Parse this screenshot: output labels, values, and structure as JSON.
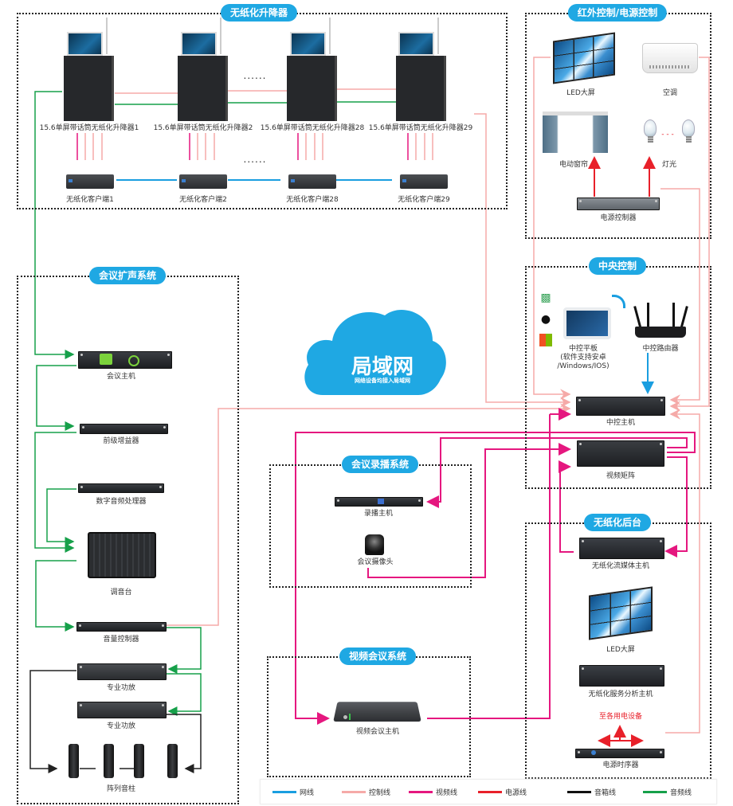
{
  "zones": {
    "lifters": {
      "title": "无纸化升降器"
    },
    "ir_power": {
      "title": "红外控制/电源控制"
    },
    "central": {
      "title": "中央控制"
    },
    "pa": {
      "title": "会议扩声系统"
    },
    "recording": {
      "title": "会议录播系统"
    },
    "backend": {
      "title": "无纸化后台"
    },
    "videoconf": {
      "title": "视频会议系统"
    }
  },
  "lifters": [
    {
      "label": "15.6单屏带话筒无纸化升降器1"
    },
    {
      "label": "15.6单屏带话筒无纸化升降器2"
    },
    {
      "label": "15.6单屏带话筒无纸化升降器28"
    },
    {
      "label": "15.6单屏带话筒无纸化升降器29"
    }
  ],
  "clients": [
    {
      "label": "无纸化客户端1"
    },
    {
      "label": "无纸化客户端2"
    },
    {
      "label": "无纸化客户端28"
    },
    {
      "label": "无纸化客户端29"
    }
  ],
  "ellipsis": "......",
  "ir_power": {
    "led": "LED大屏",
    "ac": "空调",
    "curtain": "电动窗帘",
    "light": "灯光",
    "light_dots": "- - -",
    "power_controller": "电源控制器"
  },
  "central": {
    "tablet": "中控平板",
    "tablet_note1": "(软件支持安卓",
    "tablet_note2": "/Windows/IOS)",
    "router": "中控路由器",
    "host": "中控主机",
    "matrix": "视频矩阵",
    "os_icons": [
      "android-icon",
      "apple-icon",
      "windows-icon"
    ]
  },
  "cloud": {
    "title": "局域网",
    "subtitle": "网络设备均接入局域网"
  },
  "pa": {
    "conf_host": "会议主机",
    "preamp": "前级增益器",
    "dsp": "数字音频处理器",
    "mixer": "调音台",
    "volume": "音量控制器",
    "amp1": "专业功放",
    "amp2": "专业功放",
    "speakers": "阵列音柱"
  },
  "recording": {
    "host": "录播主机",
    "camera": "会议摄像头"
  },
  "backend": {
    "stream": "无纸化流媒体主机",
    "led": "LED大屏",
    "server": "无纸化服务分析主机",
    "to_devices": "至各用电设备",
    "sequencer": "电源时序器"
  },
  "videoconf": {
    "host": "视频会议主机"
  },
  "legend": [
    {
      "label": "网线",
      "color": "#1a9ee0"
    },
    {
      "label": "控制线",
      "color": "#f5aaa8"
    },
    {
      "label": "视频线",
      "color": "#e5177f"
    },
    {
      "label": "电源线",
      "color": "#e8202a"
    },
    {
      "label": "音箱线",
      "color": "#111111"
    },
    {
      "label": "音频线",
      "color": "#16a04a"
    }
  ],
  "colors": {
    "network": "#1a9ee0",
    "control": "#f5aaa8",
    "video": "#e5177f",
    "power": "#e8202a",
    "speaker": "#111111",
    "audio": "#16a04a",
    "accent": "#1fa8e3"
  }
}
